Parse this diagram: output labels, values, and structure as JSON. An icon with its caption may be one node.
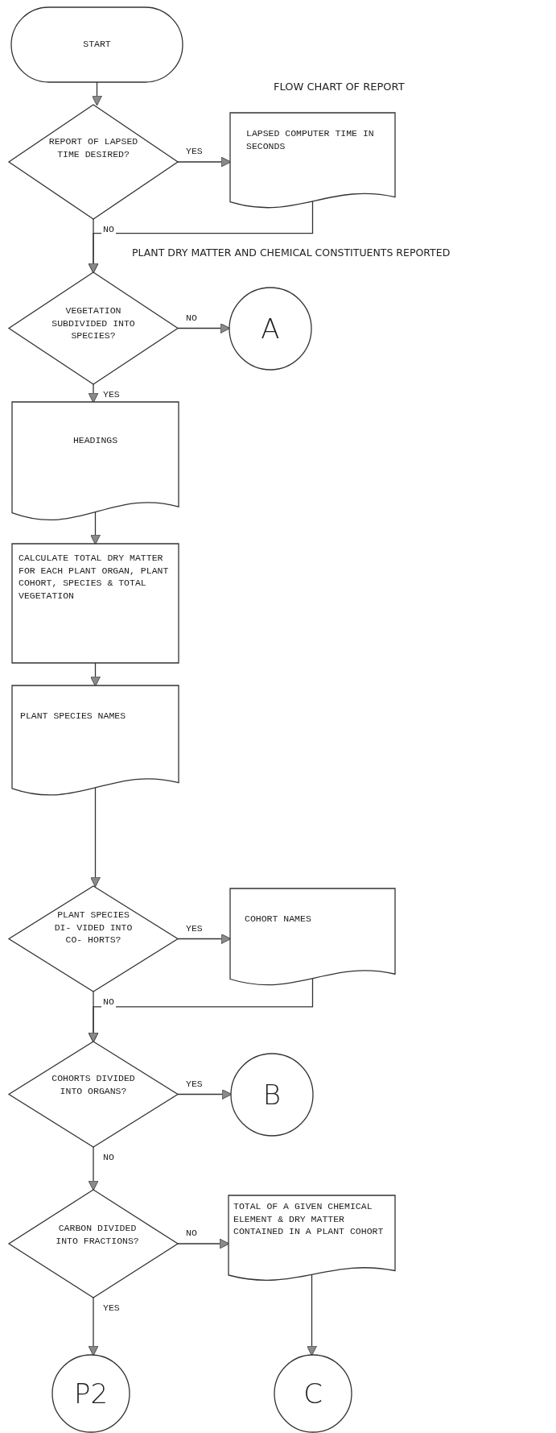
{
  "diagram": {
    "title": "FLOW CHART OF REPORT",
    "nodes": [
      {
        "text": [
          "START"
        ]
      },
      {
        "text": [
          "REPORT OF LAPSED TIME DESIRED?"
        ]
      },
      {
        "text": [
          "LAPSED COMPUTER TIME IN SECONDS"
        ]
      },
      {
        "text": [
          "VEGETATION SUBDIVIDED INTO SPECIES?"
        ]
      },
      {
        "text": [
          "A"
        ]
      },
      {
        "text": [
          "HEADINGS"
        ]
      },
      {
        "text": [
          "CALCULATE TOTAL DRY MATTER FOR EACH PLANT ORGAN, PLANT COHORT, SPECIES & TOTAL VEGETATION"
        ]
      },
      {
        "text": [
          "PLANT SPECIES NAMES"
        ]
      },
      {
        "text": [
          "PLANT SPECIES DI- VIDED INTO CO- HORTS?"
        ]
      },
      {
        "text": [
          "COHORT NAMES"
        ]
      },
      {
        "text": [
          "COHORTS DIVIDED INTO ORGANS?"
        ]
      },
      {
        "text": [
          "B"
        ]
      },
      {
        "text": [
          "CARBON DIVIDED INTO FRACTIONS?"
        ]
      },
      {
        "text": [
          "TOTAL OF A GIVEN CHEMICAL ELEMENT & DRY MATTER CONTAINED IN A PLANT COHORT"
        ]
      },
      {
        "text": [
          "P2"
        ]
      },
      {
        "text": [
          "C"
        ]
      }
    ],
    "edges": [
      {
        "from": 0,
        "to": 1,
        "arrow": "to"
      },
      {
        "from": 1,
        "to": 2,
        "arrow": "to",
        "label": "YES"
      },
      {
        "from": 1,
        "to": 3,
        "arrow": "to",
        "label": "NO"
      },
      {
        "from": 2,
        "to": 3,
        "arrow": "to"
      },
      {
        "from": 3,
        "to": 4,
        "arrow": "to",
        "label": "NO"
      },
      {
        "from": 3,
        "to": 5,
        "arrow": "to",
        "label": "YES"
      },
      {
        "from": 5,
        "to": 6,
        "arrow": "to"
      },
      {
        "from": 6,
        "to": 7,
        "arrow": "to"
      },
      {
        "from": 7,
        "to": 8,
        "arrow": "to"
      },
      {
        "from": 8,
        "to": 9,
        "arrow": "to",
        "label": "YES"
      },
      {
        "from": 8,
        "to": 10,
        "arrow": "to",
        "label": "NO"
      },
      {
        "from": 9,
        "to": 10,
        "arrow": "to"
      },
      {
        "from": 10,
        "to": 11,
        "arrow": "to",
        "label": "YES"
      },
      {
        "from": 10,
        "to": 12,
        "arrow": "to",
        "label": "NO"
      },
      {
        "from": 12,
        "to": 13,
        "arrow": "to",
        "label": "NO"
      },
      {
        "from": 12,
        "to": 14,
        "arrow": "to",
        "label": "YES"
      },
      {
        "from": 13,
        "to": 15,
        "arrow": "to"
      }
    ],
    "labels": [
      "PLANT DRY MATTER AND CHEMICAL CONSTITUENTS REPORTED"
    ]
  }
}
